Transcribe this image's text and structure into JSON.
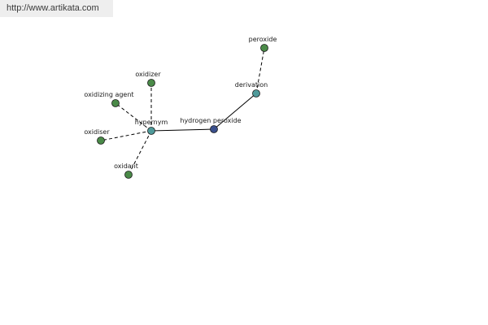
{
  "header": {
    "url": "http://www.artikata.com"
  },
  "graph": {
    "colors": {
      "root": "#3a4f8c",
      "relation": "#4f9a9a",
      "leaf": "#4a8a48",
      "edge": "#000000"
    },
    "nodes": [
      {
        "id": "hydrogen-peroxide",
        "label": "hydrogen peroxide",
        "kind": "root"
      },
      {
        "id": "hypernym",
        "label": "hypernym",
        "kind": "relation"
      },
      {
        "id": "derivation",
        "label": "derivation",
        "kind": "relation"
      },
      {
        "id": "peroxide",
        "label": "peroxide",
        "kind": "leaf"
      },
      {
        "id": "oxidizer",
        "label": "oxidizer",
        "kind": "leaf"
      },
      {
        "id": "oxidizing-agent",
        "label": "oxidizing agent",
        "kind": "leaf"
      },
      {
        "id": "oxidiser",
        "label": "oxidiser",
        "kind": "leaf"
      },
      {
        "id": "oxidant",
        "label": "oxidant",
        "kind": "leaf"
      }
    ],
    "edges": [
      {
        "from": "hydrogen-peroxide",
        "to": "hypernym",
        "style": "solid"
      },
      {
        "from": "hydrogen-peroxide",
        "to": "derivation",
        "style": "solid"
      },
      {
        "from": "derivation",
        "to": "peroxide",
        "style": "dashed"
      },
      {
        "from": "hypernym",
        "to": "oxidizer",
        "style": "dashed"
      },
      {
        "from": "hypernym",
        "to": "oxidizing-agent",
        "style": "dashed"
      },
      {
        "from": "hypernym",
        "to": "oxidiser",
        "style": "dashed"
      },
      {
        "from": "hypernym",
        "to": "oxidant",
        "style": "dashed"
      }
    ]
  }
}
